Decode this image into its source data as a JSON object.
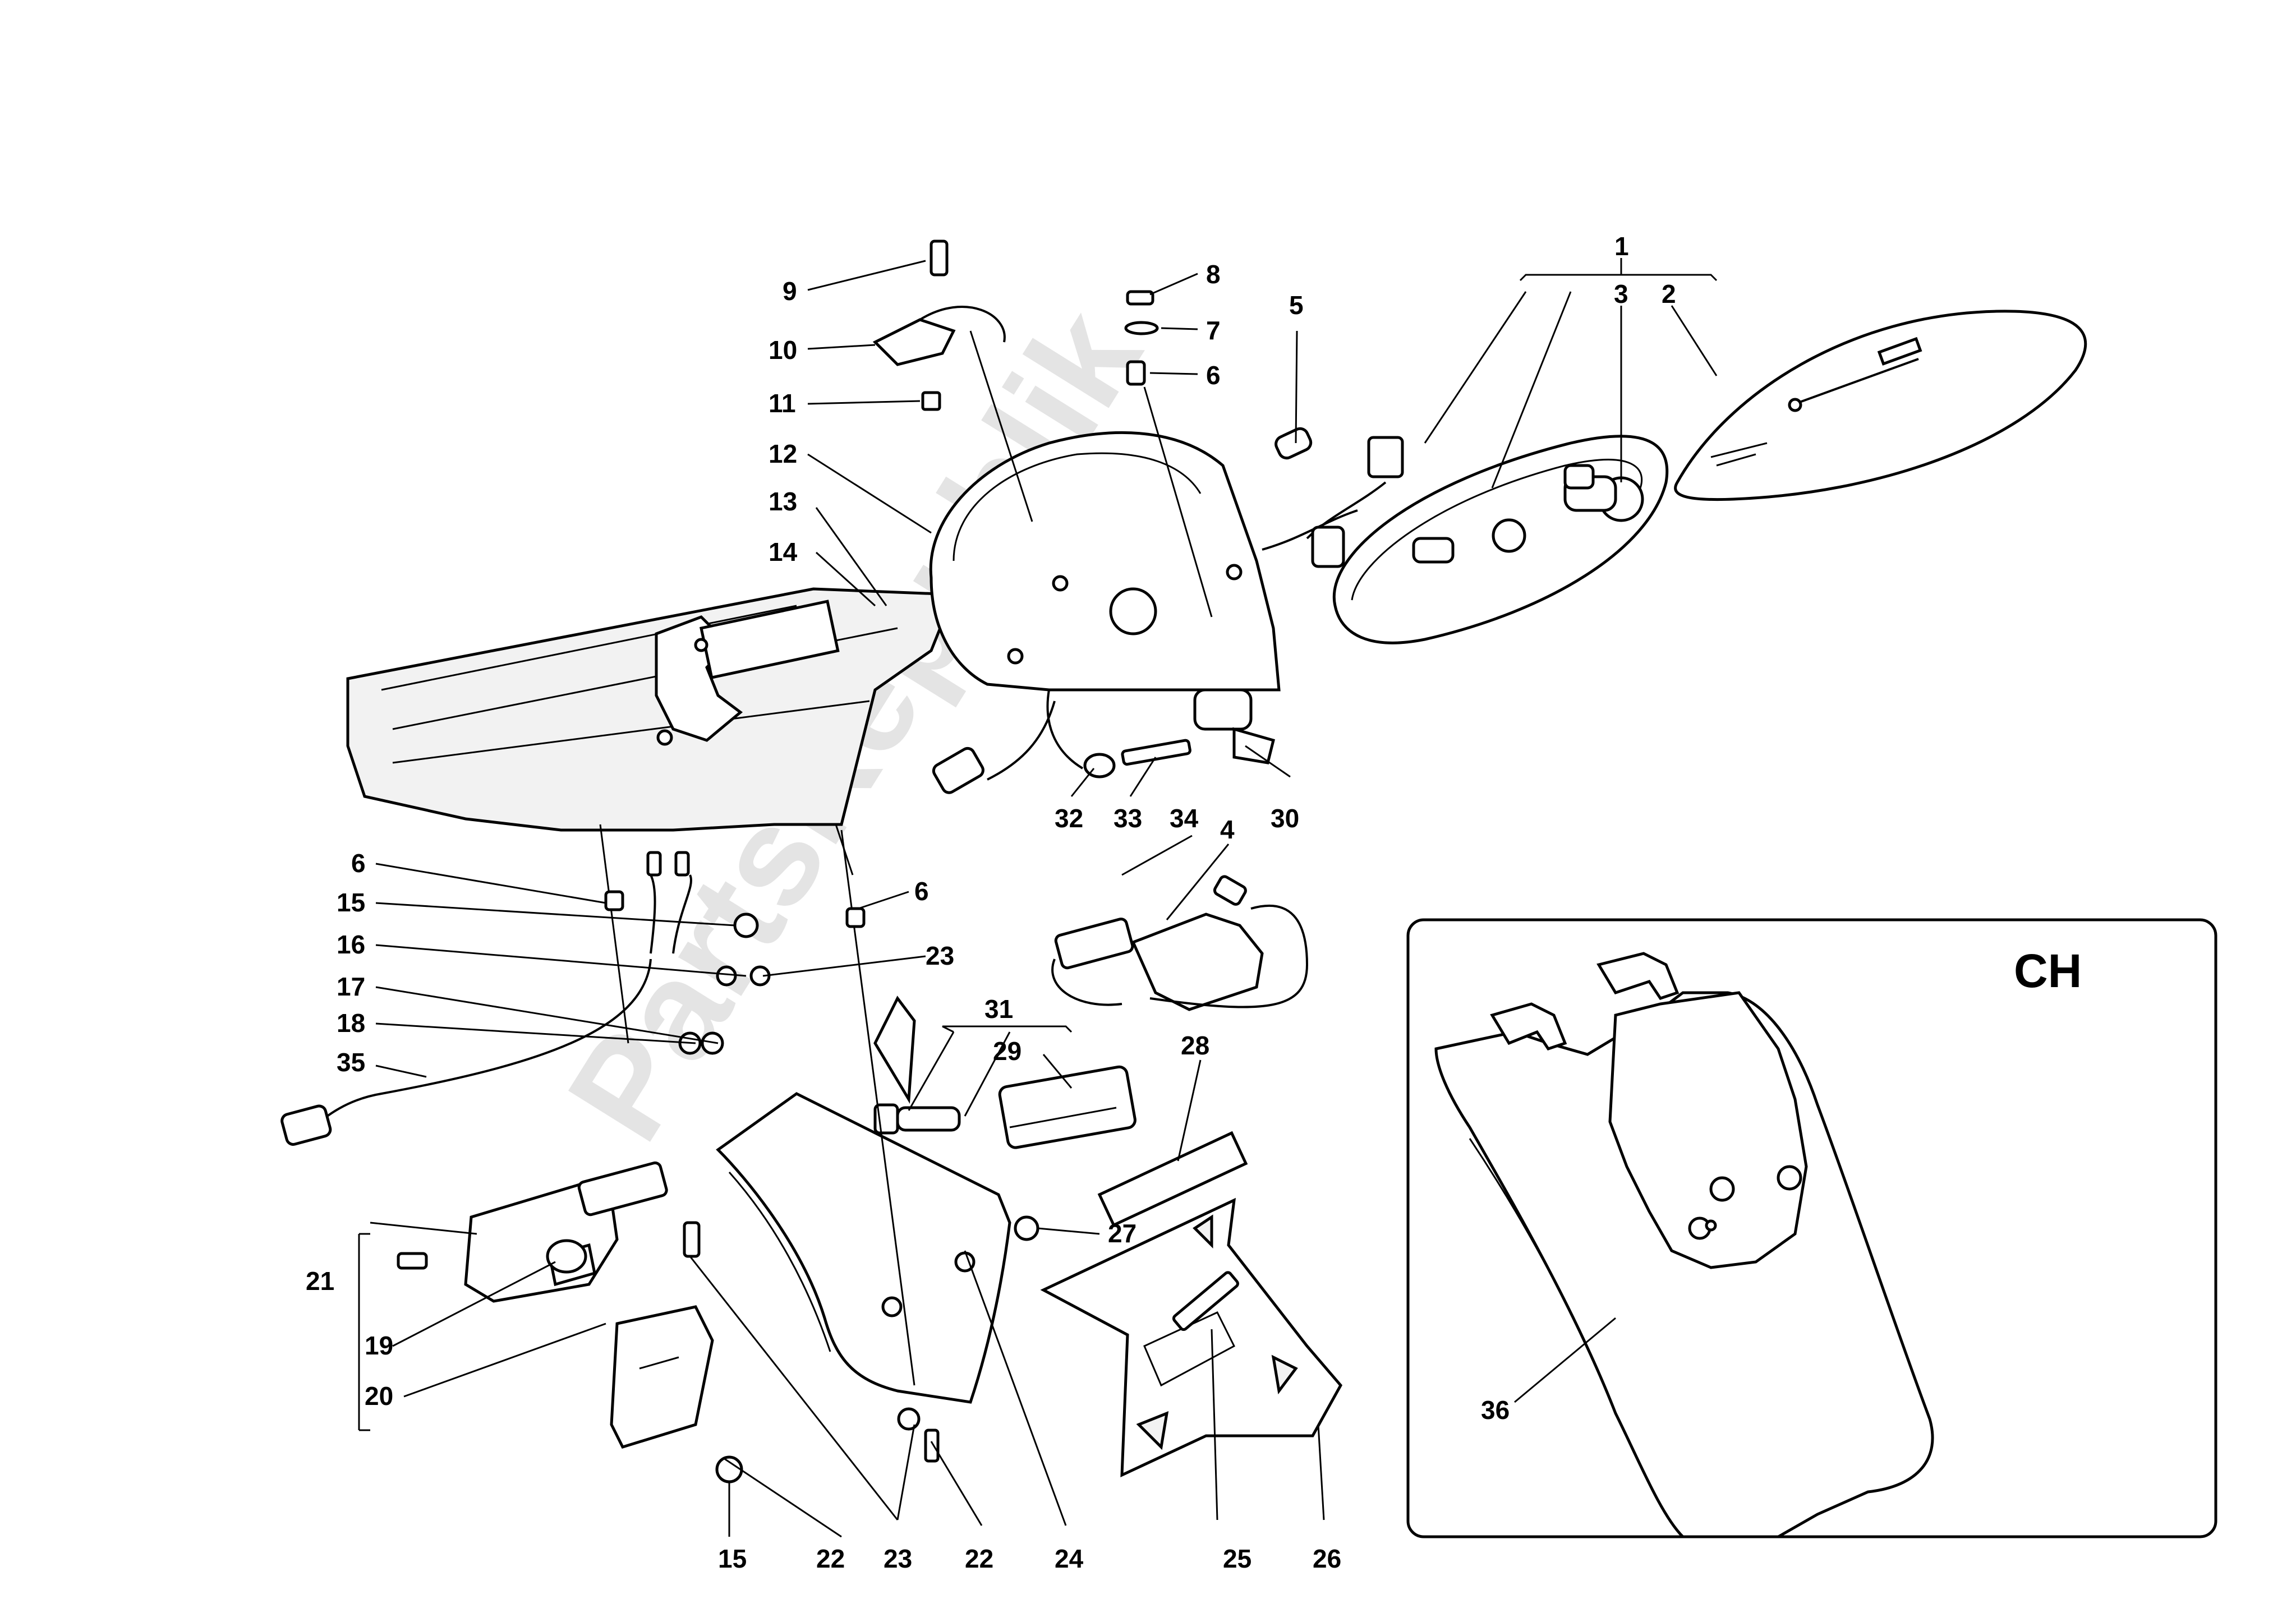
{
  "watermark": "PartsRepublik",
  "callouts": {
    "c1": "1",
    "c2": "2",
    "c3": "3",
    "c4": "4",
    "c5": "5",
    "c6a": "6",
    "c6b": "6",
    "c6c": "6",
    "c7": "7",
    "c8": "8",
    "c9": "9",
    "c10": "10",
    "c11": "11",
    "c12": "12",
    "c13": "13",
    "c14": "14",
    "c15a": "15",
    "c15b": "15",
    "c16": "16",
    "c17": "17",
    "c18": "18",
    "c19": "19",
    "c20": "20",
    "c21": "21",
    "c22a": "22",
    "c22b": "22",
    "c23a": "23",
    "c23b": "23",
    "c24": "24",
    "c25": "25",
    "c26": "26",
    "c27": "27",
    "c28": "28",
    "c29": "29",
    "c30": "30",
    "c31": "31",
    "c32": "32",
    "c33": "33",
    "c34": "34",
    "c35": "35",
    "c36": "36"
  },
  "inset": {
    "label": "CH"
  }
}
